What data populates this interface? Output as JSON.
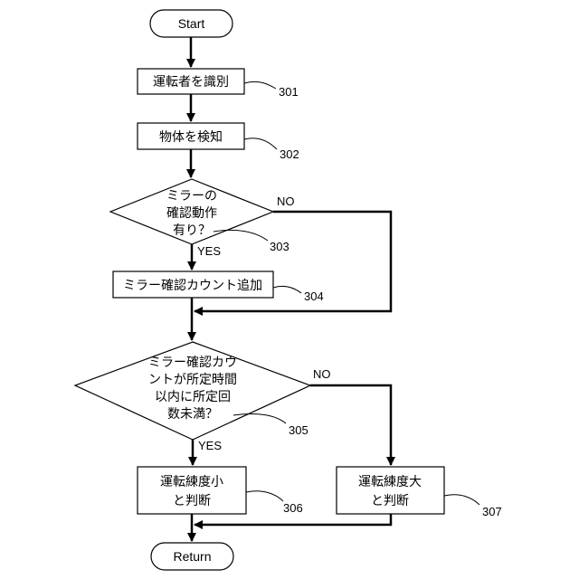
{
  "flowchart": {
    "start": "Start",
    "end": "Return",
    "step_301": {
      "lines": [
        "運転者を識別"
      ],
      "ref": "301"
    },
    "step_302": {
      "lines": [
        "物体を検知"
      ],
      "ref": "302"
    },
    "decision_303": {
      "lines": [
        "ミラーの",
        "確認動作",
        "有り？"
      ],
      "ref": "303",
      "yes": "YES",
      "no": "NO"
    },
    "step_304": {
      "lines": [
        "ミラー確認カウント追加"
      ],
      "ref": "304"
    },
    "decision_305": {
      "lines": [
        "ミラー確認カウ",
        "ントが所定時間",
        "以内に所定回",
        "数未満？"
      ],
      "ref": "305",
      "yes": "YES",
      "no": "NO"
    },
    "step_306": {
      "lines": [
        "運転練度小",
        "と判断"
      ],
      "ref": "306"
    },
    "step_307": {
      "lines": [
        "運転練度大",
        "と判断"
      ],
      "ref": "307"
    }
  }
}
